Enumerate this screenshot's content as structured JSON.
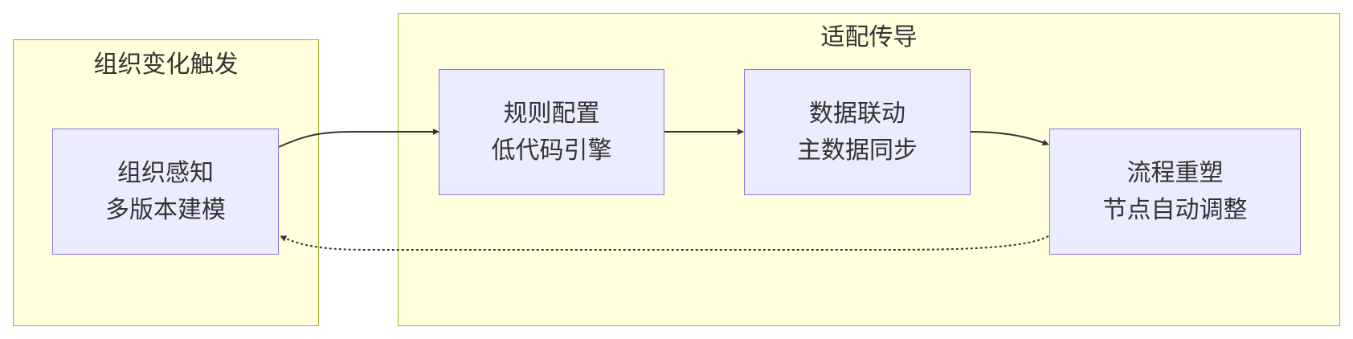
{
  "clusters": {
    "trigger": {
      "title": "组织变化触发"
    },
    "propagation": {
      "title": "适配传导"
    }
  },
  "nodes": {
    "org_sense": {
      "line1": "组织感知",
      "line2": "多版本建模"
    },
    "rule_config": {
      "line1": "规则配置",
      "line2": "低代码引擎"
    },
    "data_link": {
      "line1": "数据联动",
      "line2": "主数据同步"
    },
    "process_reshape": {
      "line1": "流程重塑",
      "line2": "节点自动调整"
    }
  },
  "colors": {
    "cluster_fill": "#ffffde",
    "cluster_border": "#aaaa33",
    "node_fill": "#ececff",
    "node_border": "#9370db",
    "edge": "#333333",
    "text": "#333333"
  }
}
